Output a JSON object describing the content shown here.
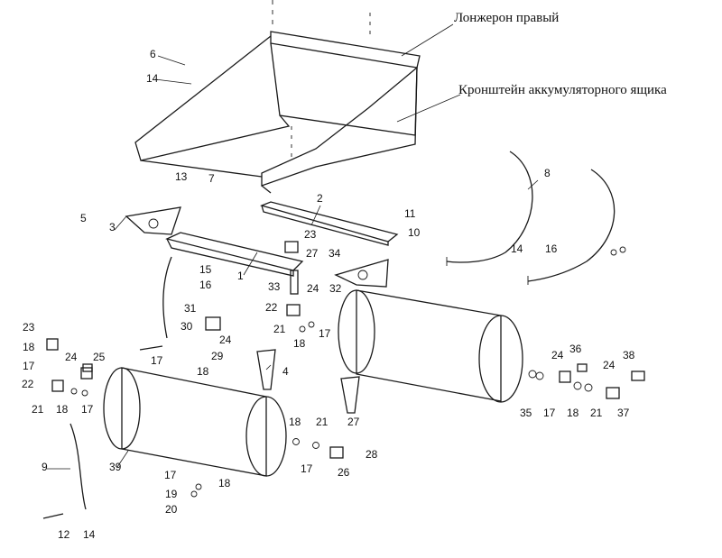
{
  "labels": {
    "longeron": "Лонжерон правый",
    "bracket": "Кронштейн аккумуляторного ящика"
  },
  "callouts": {
    "c1": "1",
    "c2": "2",
    "c3": "3",
    "c4": "4",
    "c5": "5",
    "c6": "6",
    "c7": "7",
    "c8": "8",
    "c9": "9",
    "c10": "10",
    "c11": "11",
    "c12": "12",
    "c13": "13",
    "c14a": "14",
    "c14b": "14",
    "c14c": "14",
    "c15": "15",
    "c16a": "16",
    "c16b": "16",
    "c17a": "17",
    "c17b": "17",
    "c17c": "17",
    "c17d": "17",
    "c17e": "17",
    "c17f": "17",
    "c17g": "17",
    "c18a": "18",
    "c18b": "18",
    "c18c": "18",
    "c18d": "18",
    "c18e": "18",
    "c18f": "18",
    "c18g": "18",
    "c19": "19",
    "c20": "20",
    "c21a": "21",
    "c21b": "21",
    "c21c": "21",
    "c21d": "21",
    "c22a": "22",
    "c22b": "22",
    "c23a": "23",
    "c23b": "23",
    "c24a": "24",
    "c24b": "24",
    "c24c": "24",
    "c24d": "24",
    "c24e": "24",
    "c25": "25",
    "c26": "26",
    "c27a": "27",
    "c27b": "27",
    "c28": "28",
    "c29": "29",
    "c30": "30",
    "c31": "31",
    "c32": "32",
    "c33": "33",
    "c34": "34",
    "c35": "35",
    "c36": "36",
    "c37": "37",
    "c38": "38",
    "c39": "39"
  }
}
